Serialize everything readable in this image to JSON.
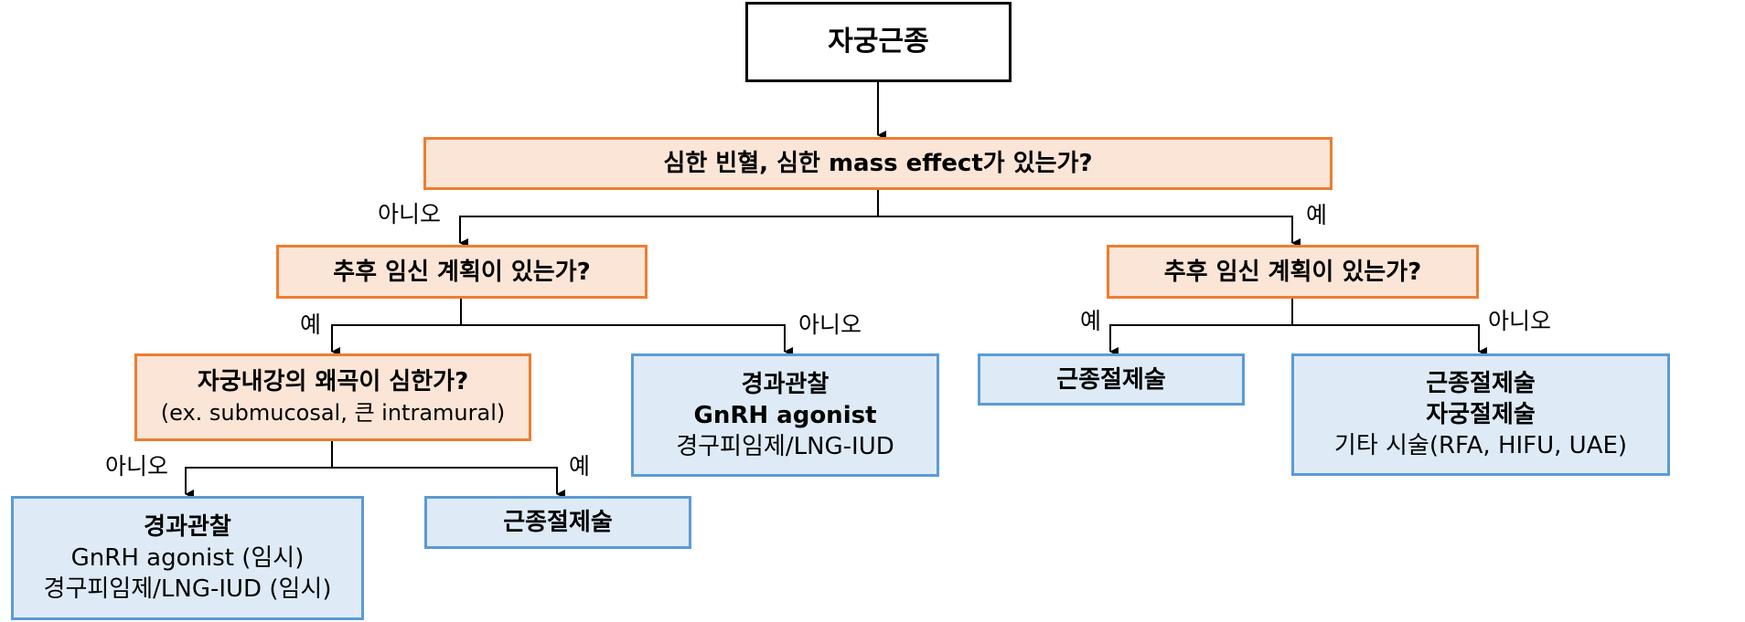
{
  "diagram": {
    "title": "자궁근종",
    "nodes": {
      "q_severe": {
        "text": "심한 빈혈, 심한 mass effect가 있는가?"
      },
      "q_preg_left": {
        "text": "추후 임신 계획이 있는가?"
      },
      "q_preg_right": {
        "text": "추후 임신 계획이 있는가?"
      },
      "q_distortion": {
        "line1": "자궁내강의 왜곡이 심한가?",
        "line2": "(ex. submucosal, 큰 intramural)"
      },
      "a_observe_mid": {
        "line1": "경과관찰",
        "line2": "GnRH agonist",
        "line3": "경구피임제/LNG-IUD"
      },
      "a_myomectomy_right": {
        "line1": "근종절제술"
      },
      "a_surgery_right": {
        "line1": "근종절제술",
        "line2": "자궁절제술",
        "line3": "기타 시술(RFA, HIFU, UAE)"
      },
      "a_observe_left": {
        "line1": "경과관찰",
        "line2": "GnRH agonist (임시)",
        "line3": "경구피임제/LNG-IUD (임시)"
      },
      "a_myomectomy_left": {
        "line1": "근종절제술"
      }
    },
    "edge_labels": {
      "severe_no": "아니오",
      "severe_yes": "예",
      "preg_left_yes": "예",
      "preg_left_no": "아니오",
      "preg_right_yes": "예",
      "preg_right_no": "아니오",
      "distortion_no": "아니오",
      "distortion_yes": "예"
    },
    "colors": {
      "question_border": "#ED7D31",
      "question_fill": "#FBE5D6",
      "answer_border": "#5B9BD5",
      "answer_fill": "#DEEBF7",
      "root_border": "#000000"
    }
  }
}
